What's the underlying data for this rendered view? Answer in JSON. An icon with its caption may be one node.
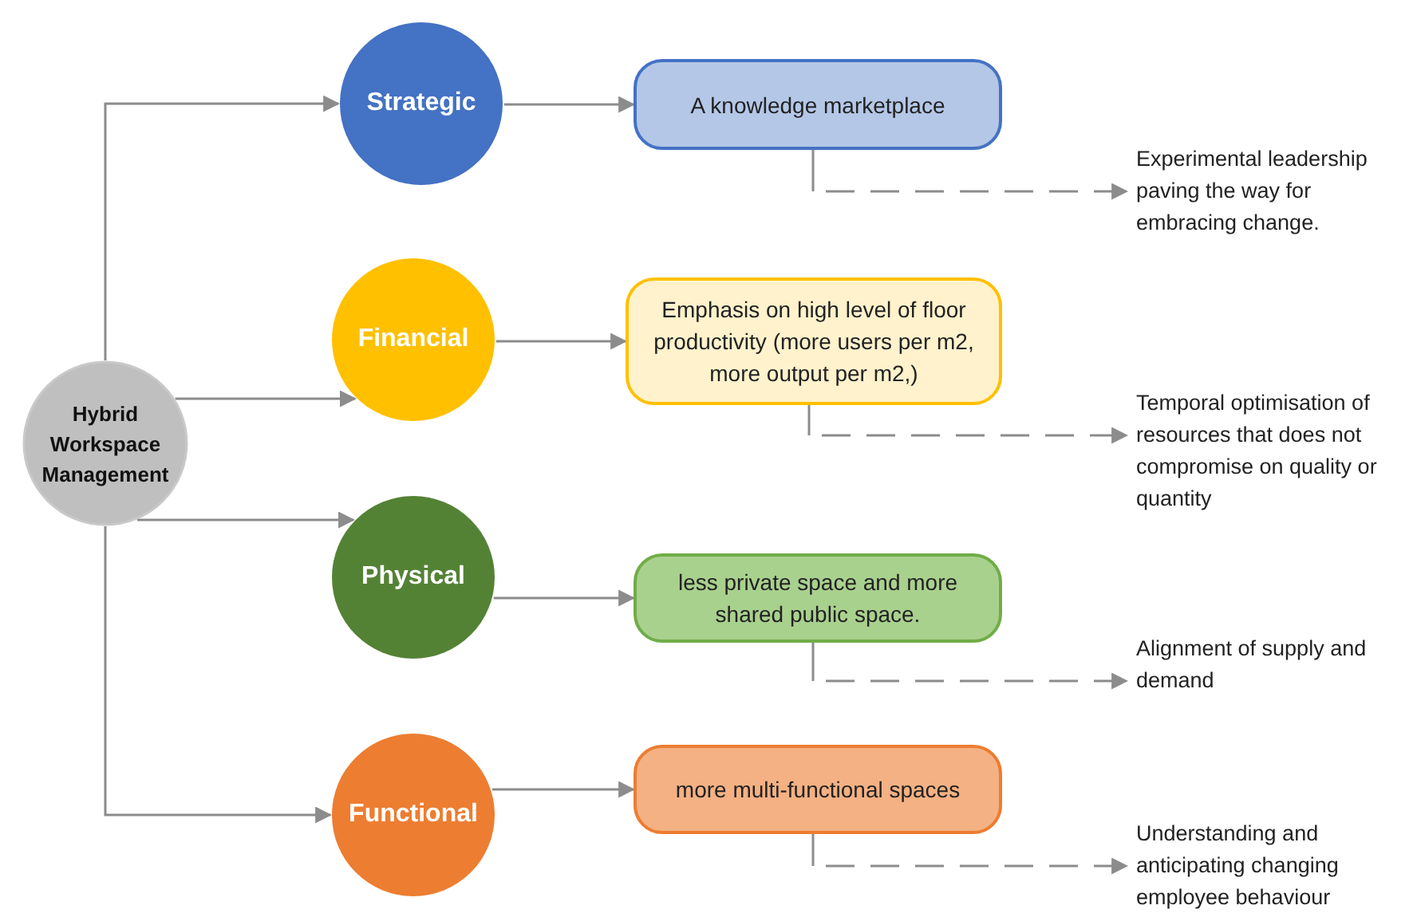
{
  "diagram": {
    "nodes": [
      {
        "text": [
          "Hybrid Workspace Management"
        ]
      },
      {
        "text": [
          "Strategic"
        ]
      },
      {
        "text": [
          "A knowledge marketplace"
        ]
      },
      {
        "text": [
          "Experimental leadership paving the way for embracing change."
        ]
      },
      {
        "text": [
          "Financial"
        ]
      },
      {
        "text": [
          "Emphasis on high level of floor productivity (more users per m2, more output per m2,)"
        ]
      },
      {
        "text": [
          "Temporal optimisation of resources that does not compromise on quality or quantity"
        ]
      },
      {
        "text": [
          "Physical"
        ]
      },
      {
        "text": [
          "less private space and more shared public space."
        ]
      },
      {
        "text": [
          "Alignment of supply and demand"
        ]
      },
      {
        "text": [
          "Functional"
        ]
      },
      {
        "text": [
          "more multi-functional spaces"
        ]
      },
      {
        "text": [
          "Understanding and anticipating changing employee behaviour"
        ]
      }
    ],
    "edges": [
      {
        "from": 0,
        "to": 1,
        "arrow": "to"
      },
      {
        "from": 0,
        "to": 4,
        "arrow": "to"
      },
      {
        "from": 0,
        "to": 7,
        "arrow": "to"
      },
      {
        "from": 0,
        "to": 10,
        "arrow": "to"
      },
      {
        "from": 1,
        "to": 2,
        "arrow": "to"
      },
      {
        "from": 4,
        "to": 5,
        "arrow": "to"
      },
      {
        "from": 7,
        "to": 8,
        "arrow": "to"
      },
      {
        "from": 10,
        "to": 11,
        "arrow": "to"
      },
      {
        "from": 2,
        "to": 3,
        "arrow": "to",
        "style": "dashed"
      },
      {
        "from": 5,
        "to": 6,
        "arrow": "to",
        "style": "dashed"
      },
      {
        "from": 8,
        "to": 9,
        "arrow": "to",
        "style": "dashed"
      },
      {
        "from": 11,
        "to": 12,
        "arrow": "to",
        "style": "dashed"
      }
    ]
  }
}
